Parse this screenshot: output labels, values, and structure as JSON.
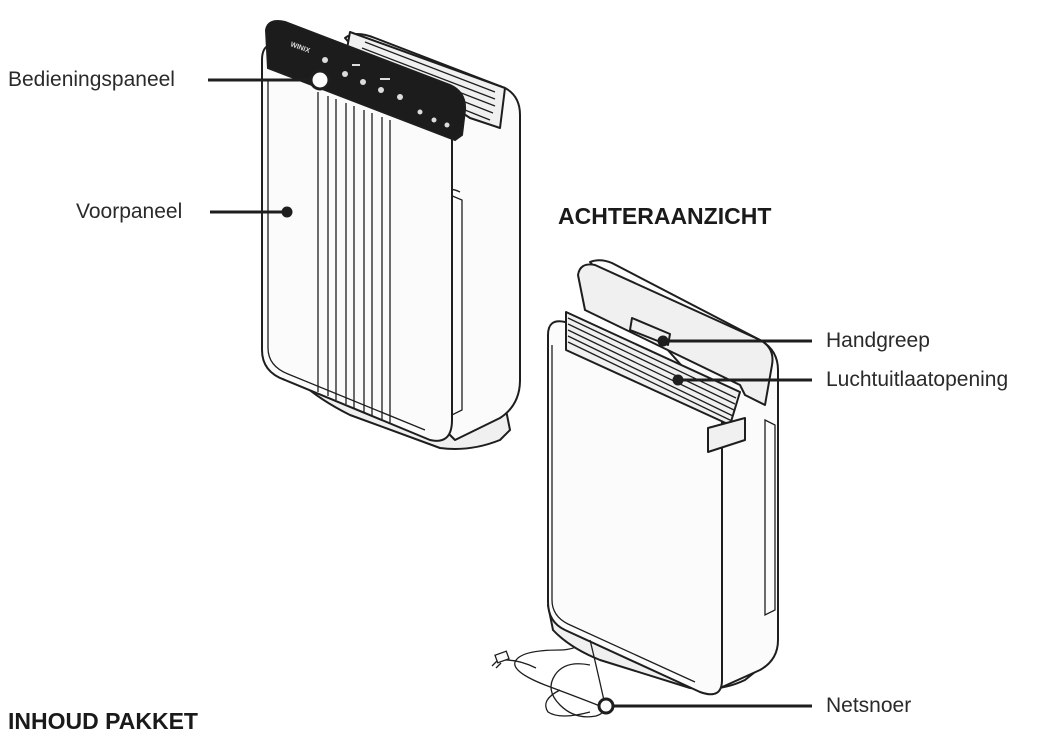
{
  "labels": {
    "control_panel": "Bedieningspaneel",
    "front_panel": "Voorpaneel",
    "handle": "Handgreep",
    "air_outlet": "Luchtuitlaatopening",
    "power_cord": "Netsnoer"
  },
  "headings": {
    "rear_view": "ACHTERAANZICHT",
    "package_contents": "INHOUD PAKKET"
  },
  "control_panel_brand": "WINIX"
}
